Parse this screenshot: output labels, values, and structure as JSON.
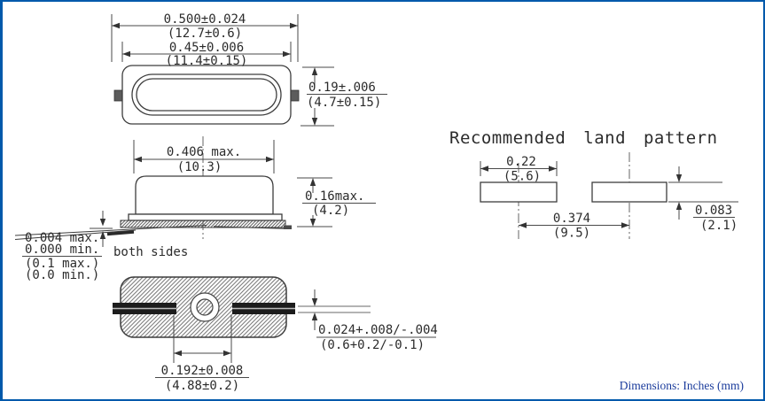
{
  "title": "Recommended land pattern",
  "notes": {
    "both_sides": "both sides"
  },
  "footer": {
    "units": "Dimensions: Inches (mm)"
  },
  "colors": {
    "frame_border": "#0059ab",
    "footer_text": "#1b3c9c",
    "drawing_lines": "#3d3d3d"
  },
  "dims": {
    "overall_width": {
      "inch": "0.500±0.024",
      "mm": "(12.7±0.6)"
    },
    "body_width": {
      "inch": "0.45±0.006",
      "mm": "(11.4±0.15)"
    },
    "body_height": {
      "inch": "0.19±.006",
      "mm": "(4.7±0.15)"
    },
    "case_width": {
      "inch": "0.406 max.",
      "mm": "(10.3)"
    },
    "case_height": {
      "inch": "0.16max.",
      "mm": "(4.2)"
    },
    "standoff": {
      "inch_max": "0.004 max.",
      "inch_min": "0.000 min.",
      "mm_max": "(0.1 max.)",
      "mm_min": "(0.0 min.)"
    },
    "lead_thickness": {
      "inch": "0.024+.008/-.004",
      "mm": "(0.6+0.2/-0.1)"
    },
    "lead_spacing": {
      "inch": "0.192±0.008",
      "mm": "(4.88±0.2)"
    },
    "pad_width": {
      "inch": "0.22",
      "mm": "(5.6)"
    },
    "pad_pitch": {
      "inch": "0.374",
      "mm": "(9.5)"
    },
    "pad_height": {
      "inch": "0.083",
      "mm": "(2.1)"
    }
  }
}
